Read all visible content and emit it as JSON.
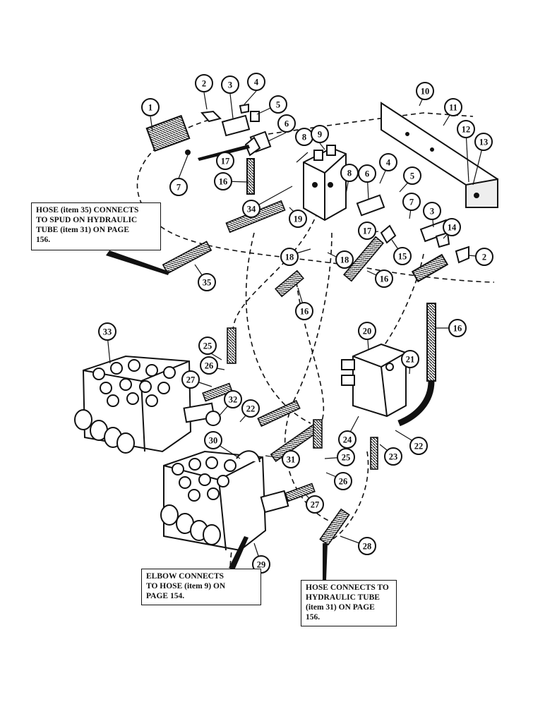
{
  "diagram": {
    "part_numbers": [
      {
        "label": "1"
      },
      {
        "label": "2"
      },
      {
        "label": "3"
      },
      {
        "label": "4"
      },
      {
        "label": "5"
      },
      {
        "label": "6"
      },
      {
        "label": "7"
      },
      {
        "label": "8"
      },
      {
        "label": "9"
      },
      {
        "label": "10"
      },
      {
        "label": "11"
      },
      {
        "label": "12"
      },
      {
        "label": "13"
      },
      {
        "label": "16"
      },
      {
        "label": "17"
      },
      {
        "label": "34"
      },
      {
        "label": "19"
      },
      {
        "label": "8"
      },
      {
        "label": "6"
      },
      {
        "label": "4"
      },
      {
        "label": "5"
      },
      {
        "label": "7"
      },
      {
        "label": "3"
      },
      {
        "label": "14"
      },
      {
        "label": "17"
      },
      {
        "label": "15"
      },
      {
        "label": "2"
      },
      {
        "label": "18"
      },
      {
        "label": "18"
      },
      {
        "label": "16"
      },
      {
        "label": "35"
      },
      {
        "label": "16"
      },
      {
        "label": "16"
      },
      {
        "label": "33"
      },
      {
        "label": "25"
      },
      {
        "label": "26"
      },
      {
        "label": "27"
      },
      {
        "label": "32"
      },
      {
        "label": "22"
      },
      {
        "label": "20"
      },
      {
        "label": "21"
      },
      {
        "label": "24"
      },
      {
        "label": "23"
      },
      {
        "label": "22"
      },
      {
        "label": "30"
      },
      {
        "label": "31"
      },
      {
        "label": "25"
      },
      {
        "label": "26"
      },
      {
        "label": "27"
      },
      {
        "label": "28"
      },
      {
        "label": "29"
      }
    ],
    "notes": {
      "hose35": [
        "HOSE (item 35) CONNECTS",
        "TO SPUD ON HYDRAULIC",
        "TUBE (item 31) ON PAGE",
        "156."
      ],
      "elbow": [
        "ELBOW CONNECTS",
        "TO HOSE (item 9) ON",
        "PAGE 154."
      ],
      "hose28": [
        "HOSE CONNECTS TO",
        "HYDRAULIC TUBE",
        "(item 31) ON PAGE",
        "156."
      ]
    }
  }
}
